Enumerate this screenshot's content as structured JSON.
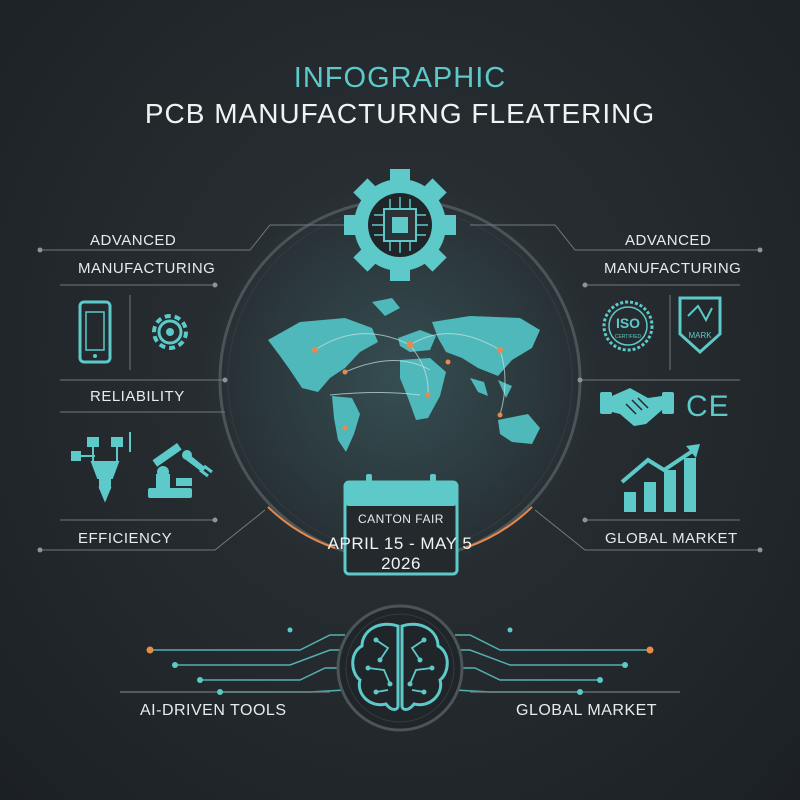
{
  "header": {
    "title": "INFOGRAPHIC",
    "subtitle": "PCB MANUFACTURNG FLEATERING"
  },
  "left_panel": {
    "top_label_line1": "ADVANCED",
    "top_label_line2": "MANUFACTURING",
    "reliability_label": "RELIABILITY",
    "efficiency_label": "EFFICIENCY"
  },
  "right_panel": {
    "top_label_line1": "ADVANCED",
    "top_label_line2": "MANUFACTURING",
    "iso_badge_text": "ISO",
    "iso_badge_sub": "CERTIFIED",
    "mark_badge_text": "MARK",
    "ce_mark_text": "CE",
    "global_market_label": "GLOBAL MARKET"
  },
  "event": {
    "name": "CANTON FAIR",
    "dates": "APRIL 15 - MAY 5",
    "year": "2026"
  },
  "bottom": {
    "left_label": "AI-DRIVEN TOOLS",
    "right_label": "GLOBAL MARKET"
  },
  "colors": {
    "accent": "#5ec9c9",
    "accent_dark": "#3aa9ab",
    "highlight": "#e8894a",
    "background": "#23292d",
    "line": "#6f7a7f"
  },
  "icons": [
    "chip-gear-icon",
    "world-map-icon",
    "smartphone-icon",
    "gear-icon",
    "cnc-tool-icon",
    "robot-arm-icon",
    "iso-badge-icon",
    "mark-shield-icon",
    "handshake-icon",
    "ce-mark-icon",
    "growth-chart-icon",
    "calendar-icon",
    "brain-icon"
  ]
}
